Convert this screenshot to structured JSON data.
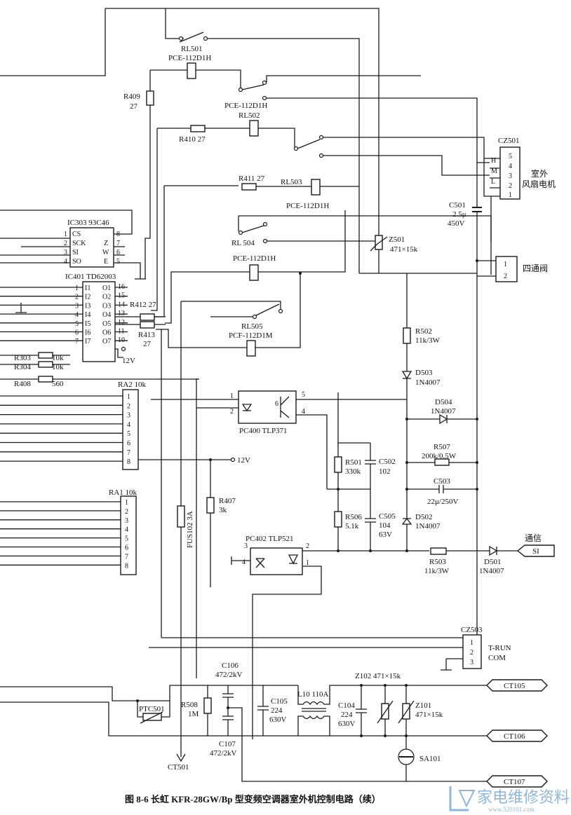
{
  "relays": {
    "rl501": {
      "ref": "RL501",
      "part": "PCE-112D1H"
    },
    "rl502": {
      "ref": "RL502",
      "part": "PCE-112D1H"
    },
    "rl503": {
      "ref": "RL503",
      "part": "PCE-112D1H"
    },
    "rl504": {
      "ref": "RL 504",
      "part": "PCE-112D1H"
    },
    "rl505": {
      "ref": "RL505",
      "part": "PCF-112D1M"
    }
  },
  "resistors": {
    "r409": {
      "ref": "R409",
      "value": "27"
    },
    "r410": {
      "label": "R410 27"
    },
    "r411": {
      "label": "R411 27"
    },
    "r412": {
      "label": "R412 27"
    },
    "r413": {
      "ref": "R413",
      "value": "27"
    },
    "r303": {
      "ref": "R303",
      "value": "10k"
    },
    "r304": {
      "ref": "R304",
      "value": "10k"
    },
    "r408": {
      "ref": "R408",
      "value": "560"
    },
    "r407": {
      "ref": "R407",
      "value": "3k"
    },
    "r501": {
      "ref": "R501",
      "value": "330k"
    },
    "r506": {
      "ref": "R506",
      "value": "5.1k"
    },
    "r502": {
      "ref": "R502",
      "value": "11k/3W"
    },
    "r507": {
      "ref": "R507",
      "value": "200k/0.5W"
    },
    "r503": {
      "ref": "R503",
      "value": "11k/3W"
    },
    "r508": {
      "ref": "R508",
      "value": "1M"
    }
  },
  "capacitors": {
    "c501": {
      "ref": "C501",
      "value": "2.5μ",
      "voltage": "450V"
    },
    "c502": {
      "ref": "C502",
      "value": "102"
    },
    "c505": {
      "ref": "C505",
      "value": "104",
      "voltage": "63V"
    },
    "c503": {
      "ref": "C503",
      "value": "22μ/250V"
    },
    "c106": {
      "ref": "C106",
      "value": "472/2kV"
    },
    "c107": {
      "ref": "C107",
      "value": "472/2kV"
    },
    "c105": {
      "ref": "C105",
      "value": "224",
      "voltage": "630V"
    },
    "c104": {
      "ref": "C104",
      "value": "224",
      "voltage": "630V"
    }
  },
  "diodes": {
    "d503": {
      "ref": "D503",
      "part": "1N4007"
    },
    "d504": {
      "ref": "D504",
      "part": "1N4007"
    },
    "d502": {
      "ref": "D502",
      "part": "1N4007"
    },
    "d501": {
      "ref": "D501",
      "part": "1N4007"
    }
  },
  "varistors": {
    "z501": {
      "ref": "Z501",
      "value": "471×15k"
    },
    "z102": {
      "label": "Z102 471×15k"
    },
    "z101": {
      "ref": "Z101",
      "value": "471×15k"
    }
  },
  "ics": {
    "ic303": {
      "label": "IC303 93C46",
      "pins_left": [
        "CS",
        "SCK",
        "SI",
        "SO"
      ],
      "pins_right": [
        "Z",
        "W",
        "E"
      ]
    },
    "ic401": {
      "label": "IC401 TD62003",
      "inputs": [
        "I1",
        "I2",
        "I3",
        "I4",
        "I5",
        "I6",
        "I7"
      ],
      "outputs": [
        "O1",
        "O2",
        "O3",
        "O4",
        "O5",
        "O6",
        "O7"
      ]
    }
  },
  "optocouplers": {
    "pc400": {
      "label": "PC400 TLP371"
    },
    "pc402": {
      "label": "PC402 TLP521"
    }
  },
  "networks": {
    "ra2": {
      "label": "RA2 10k"
    },
    "ra1": {
      "label": "RA1 10k"
    }
  },
  "connectors": {
    "cz501": {
      "ref": "CZ501",
      "pins": [
        "5",
        "4",
        "3",
        "2",
        "1"
      ],
      "taps": [
        "H",
        "M",
        "L"
      ],
      "name": "室外\n风扇电机",
      "name_line1": "室外",
      "name_line2": "风扇电机"
    },
    "four_way": {
      "pins": [
        "1",
        "2"
      ],
      "name": "四通阀"
    },
    "cz503": {
      "ref": "CZ503",
      "pins": [
        "1",
        "2",
        "3"
      ],
      "name_line1": "T-RUN",
      "name_line2": "COM"
    }
  },
  "misc": {
    "fuse": "FUS102 3A",
    "inductor": "L10 110A",
    "ptc": "PTC501",
    "sa101": "SA101",
    "ct501": "CT501",
    "ct105": "CT105",
    "ct106": "CT106",
    "ct107": "CT107",
    "si_tag": "SI",
    "comm_label": "通信",
    "v12_a": "12V",
    "v12_b": "12V"
  },
  "caption": "图 8-6   长虹 KFR-28GW/Bp 型变频空调器室外机控制电路（续）",
  "watermark": {
    "text": "家电维修资料网",
    "url": "www.520101.com"
  }
}
